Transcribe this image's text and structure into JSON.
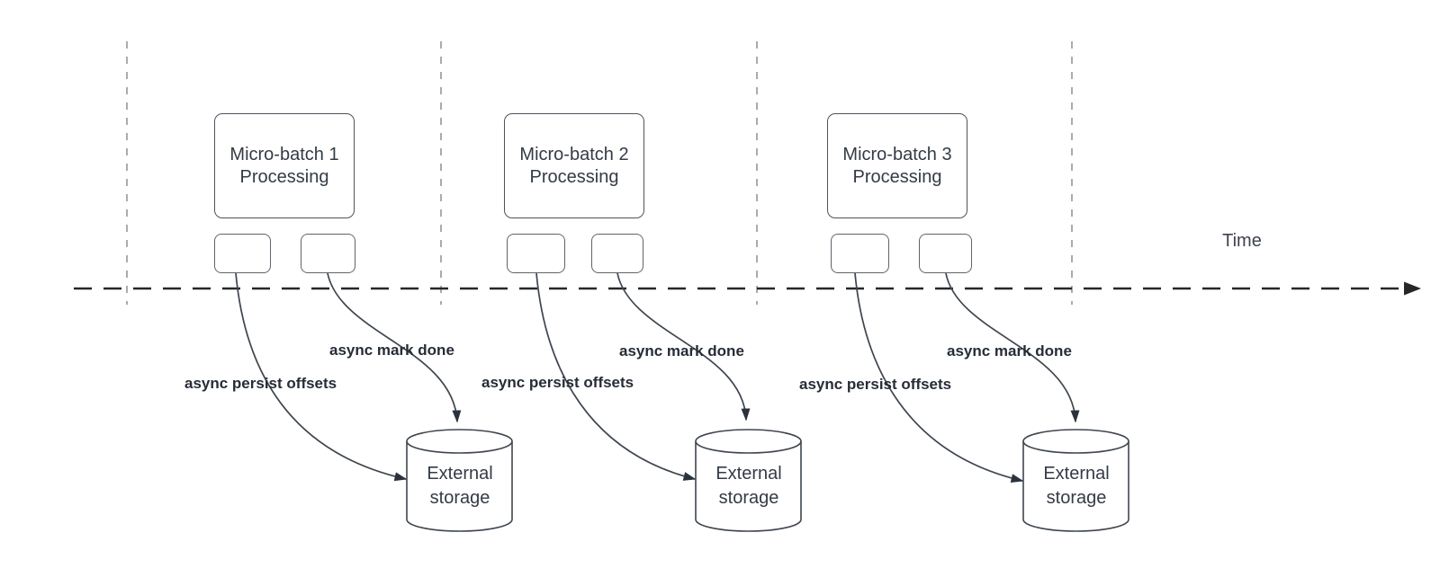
{
  "canvas": {
    "background": "#ffffff"
  },
  "colors": {
    "shape_stroke": "#4d545c",
    "connector_stroke": "#3f4650",
    "guide_line": "#ababab",
    "timeline_line": "#26272b",
    "box_text": "#343b45",
    "label_text": "#262d37"
  },
  "timeline": {
    "label": "Time"
  },
  "groups": [
    {
      "box_line1": "Micro-batch 1",
      "box_line2": "Processing",
      "persist_label": "async persist offsets",
      "mark_label": "async mark done",
      "storage_line1": "External",
      "storage_line2": "storage"
    },
    {
      "box_line1": "Micro-batch 2",
      "box_line2": "Processing",
      "persist_label": "async persist offsets",
      "mark_label": "async mark done",
      "storage_line1": "External",
      "storage_line2": "storage"
    },
    {
      "box_line1": "Micro-batch 3",
      "box_line2": "Processing",
      "persist_label": "async persist offsets",
      "mark_label": "async mark done",
      "storage_line1": "External",
      "storage_line2": "storage"
    }
  ]
}
